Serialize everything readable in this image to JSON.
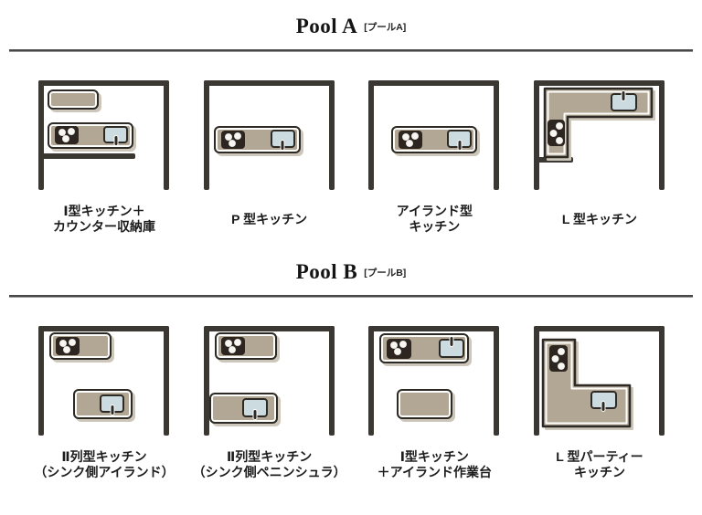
{
  "sections": [
    {
      "id": "pool-a",
      "title": "Pool A",
      "subtitle": "[プールA]",
      "items": [
        {
          "type": "i-type-kitchen-with-counter-storage",
          "lines": [
            "Ⅰ型キッチン＋",
            "カウンター収納庫"
          ]
        },
        {
          "type": "p-type-kitchen",
          "lines": [
            "P 型キッチン"
          ]
        },
        {
          "type": "island-type-kitchen",
          "lines": [
            "アイランド型",
            "キッチン"
          ]
        },
        {
          "type": "l-type-kitchen",
          "lines": [
            "L 型キッチン"
          ]
        }
      ]
    },
    {
      "id": "pool-b",
      "title": "Pool B",
      "subtitle": "[プールB]",
      "items": [
        {
          "type": "ii-row-kitchen-sink-side-island",
          "lines": [
            "Ⅱ列型キッチン",
            "（シンク側アイランド）"
          ]
        },
        {
          "type": "ii-row-kitchen-sink-side-peninsula",
          "lines": [
            "Ⅱ列型キッチン",
            "（シンク側ペニンシュラ）"
          ]
        },
        {
          "type": "i-type-kitchen-with-island-worktable",
          "lines": [
            "Ⅰ型キッチン",
            "＋アイランド作業台"
          ]
        },
        {
          "type": "l-type-party-kitchen",
          "lines": [
            "L 型パーティー",
            "キッチン"
          ]
        }
      ]
    }
  ],
  "colors": {
    "wall": "#3b3733",
    "counter_fill": "#b2a795",
    "counter_outline": "#2d2924",
    "counter_shadow": "#cdc6ba",
    "counter_highlight": "#fdfdfc",
    "stove": "#2d2620",
    "burner": "#f8f6f2",
    "sink": "#ccdbdf",
    "text": "#1c1c1c"
  }
}
